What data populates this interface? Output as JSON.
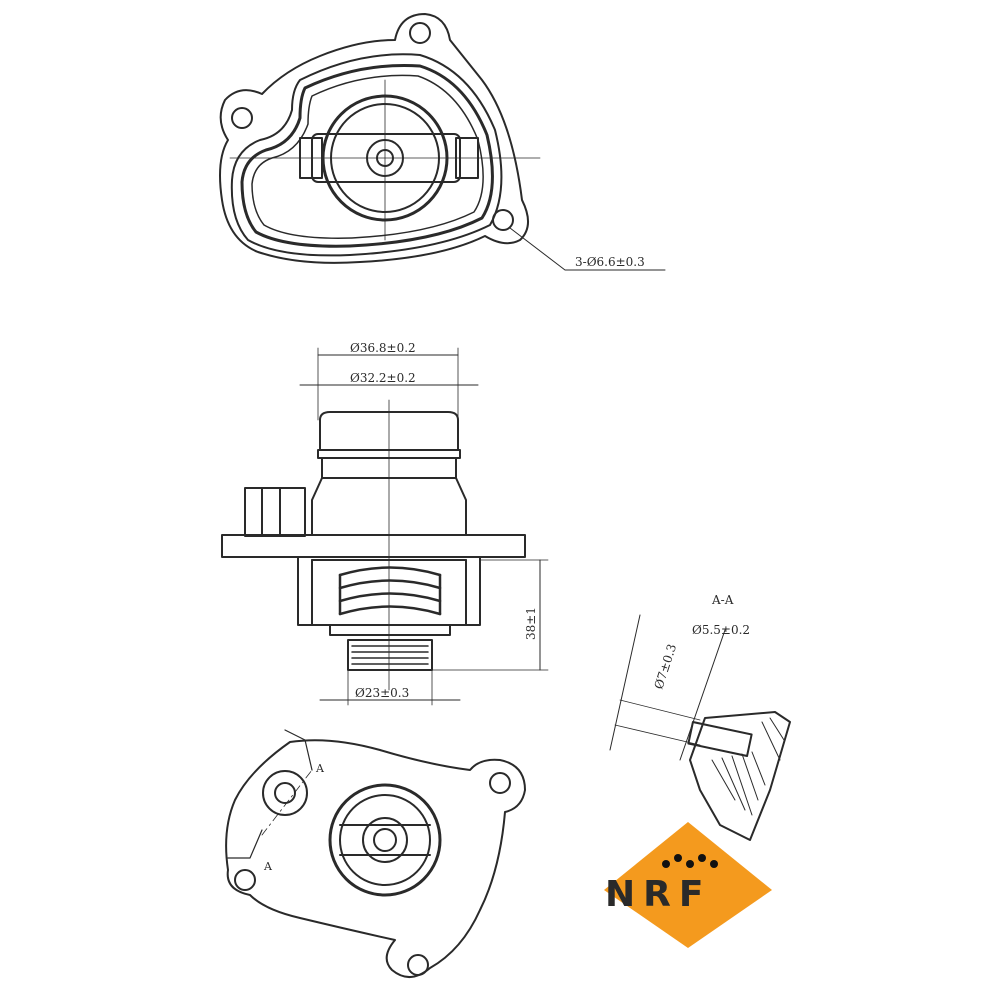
{
  "colors": {
    "line": "#2a2a2a",
    "logo_orange": "#f49a1e",
    "logo_text": "#111111"
  },
  "top_view": {
    "hole_callout": "3-Ø6.6±0.3"
  },
  "side_view": {
    "dim_outer": "Ø36.8±0.2",
    "dim_inner": "Ø32.2±0.2",
    "dim_height": "38±1",
    "dim_bottom": "Ø23±0.3"
  },
  "section_view": {
    "label": "A-A",
    "dim_small": "Ø7±0.3",
    "dim_pin": "Ø5.5±0.2"
  },
  "bottom_view": {
    "arrow_label_top": "A",
    "arrow_label_bottom": "A"
  },
  "logo": {
    "text": "NRF",
    "icon": "nrf-diamond-logo"
  }
}
